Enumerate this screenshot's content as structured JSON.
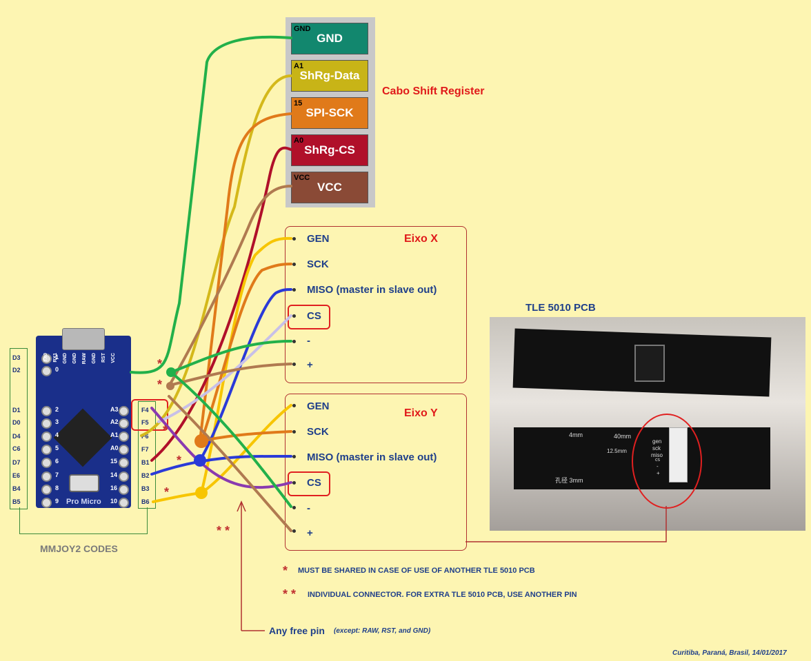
{
  "cable": {
    "title": "Cabo Shift Register",
    "pins": [
      {
        "num": "GND",
        "name": "GND",
        "color": "#12876e"
      },
      {
        "num": "A1",
        "name": "ShRg-Data",
        "color": "#c8b417"
      },
      {
        "num": "15",
        "name": "SPI-SCK",
        "color": "#e07a1a"
      },
      {
        "num": "A0",
        "name": "ShRg-CS",
        "color": "#b0102a"
      },
      {
        "num": "VCC",
        "name": "VCC",
        "color": "#8a4a36"
      }
    ]
  },
  "axis_x": {
    "title": "Eixo X",
    "signals": [
      "GEN",
      "SCK",
      "MISO (master in slave out)",
      "CS",
      "-",
      "+"
    ]
  },
  "axis_y": {
    "title": "Eixo Y",
    "signals": [
      "GEN",
      "SCK",
      "MISO (master in slave out)",
      "CS",
      "-",
      "+"
    ]
  },
  "left_codes": [
    "D3",
    "D2",
    "D1",
    "D0",
    "D4",
    "C6",
    "D7",
    "E6",
    "B4",
    "B5"
  ],
  "right_codes": [
    "F4",
    "F5",
    "F6",
    "F7",
    "B1",
    "B2",
    "B3",
    "B6"
  ],
  "board": {
    "codes_title": "MMJOY2 CODES",
    "label": "Pro Micro",
    "left_pin_numbers": [
      "1",
      "0",
      "2",
      "3",
      "4",
      "5",
      "6",
      "7",
      "8",
      "9"
    ],
    "right_pin_numbers": [
      "A3",
      "A2",
      "A1",
      "A0",
      "15",
      "14",
      "16",
      "10"
    ],
    "top_pin_labels": [
      "TX0",
      "RX1",
      "GND",
      "GND",
      "RAW",
      "GND",
      "RST",
      "VCC"
    ]
  },
  "pcb": {
    "title": "TLE 5010 PCB",
    "dim_4mm": "4mm",
    "dim_40mm": "40mm",
    "dim_12_5mm": "12.5mm",
    "hole": "孔径 3mm",
    "conn_labels": [
      "gen",
      "sck",
      "miso",
      "cs",
      "-",
      "+"
    ]
  },
  "notes": {
    "shared_mark": "*",
    "shared": "MUST BE SHARED IN CASE OF USE OF ANOTHER TLE 5010 PCB",
    "individual_mark": "* *",
    "individual": "INDIVIDUAL CONNECTOR. FOR EXTRA TLE 5010 PCB, USE ANOTHER  PIN",
    "free_pin": "Any free pin",
    "free_pin_except": "(except: RAW, RST, and GND)"
  },
  "signature": "Curitiba, Paraná, Brasil, 14/01/2017",
  "wire_colors": {
    "gnd": "#22b04a",
    "data": "#d4b81a",
    "sck": "#e07a1a",
    "cs": "#b0102a",
    "vcc": "#b07a50",
    "miso": "#2a3ad8",
    "gen": "#f7c500",
    "csx": "#c8c0e8",
    "csy": "#8a3ab0"
  }
}
